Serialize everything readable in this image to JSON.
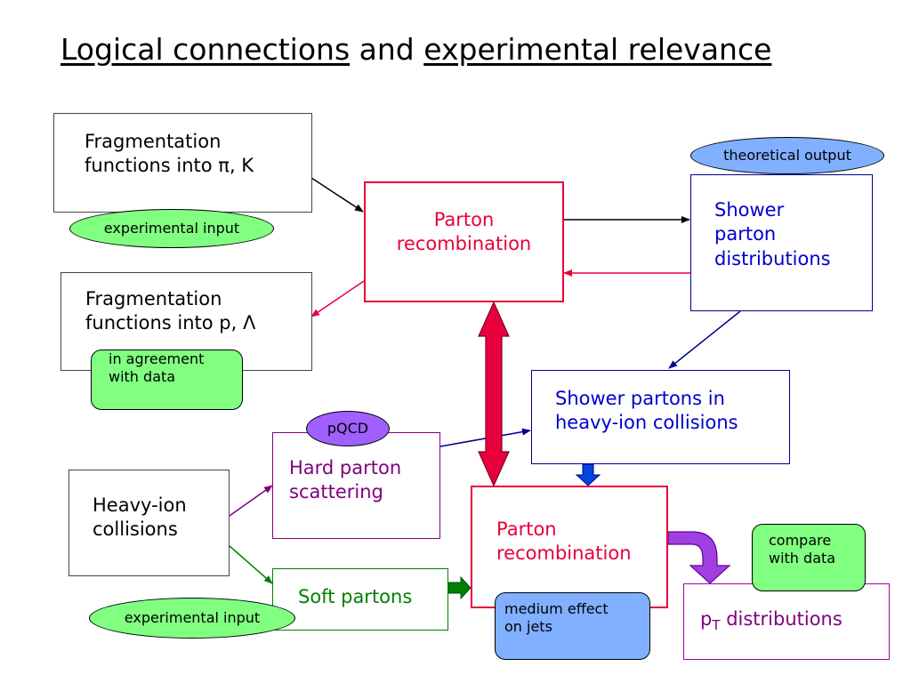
{
  "title": {
    "part1": "Logical connections",
    "connector": "and",
    "part2": "experimental relevance"
  },
  "boxes": {
    "frag_pi_k": "Fragmentation\nfunctions into π, K",
    "frag_p_lambda": "Fragmentation\nfunctions into p, Λ",
    "parton_recomb_top": "Parton\nrecombination",
    "shower_parton_dist": "Shower\nparton\ndistributions",
    "shower_partons_hi": "Shower partons in\nheavy-ion collisions",
    "hard_parton": "Hard parton\nscattering",
    "heavy_ion": "Heavy-ion\ncollisions",
    "soft_partons": "Soft partons",
    "parton_recomb_bottom": "Parton\nrecombination",
    "pt_label": "p",
    "pt_sub": "T",
    "pt_rest": " distributions"
  },
  "badges": {
    "theoretical_output": "theoretical output",
    "experimental_input_top": "experimental input",
    "agreement": "in agreement\nwith data",
    "pqcd": "pQCD",
    "experimental_input_bottom": "experimental input",
    "medium_effect": "medium effect\non jets",
    "compare": "compare\nwith data"
  },
  "colors": {
    "red": "#e8003c",
    "navy": "#00008b",
    "blue_text": "#0000cc",
    "purple": "#800080",
    "green": "#008000",
    "badge_green": "#80ff80",
    "badge_blue": "#80b0ff",
    "badge_purple": "#a060ff"
  }
}
